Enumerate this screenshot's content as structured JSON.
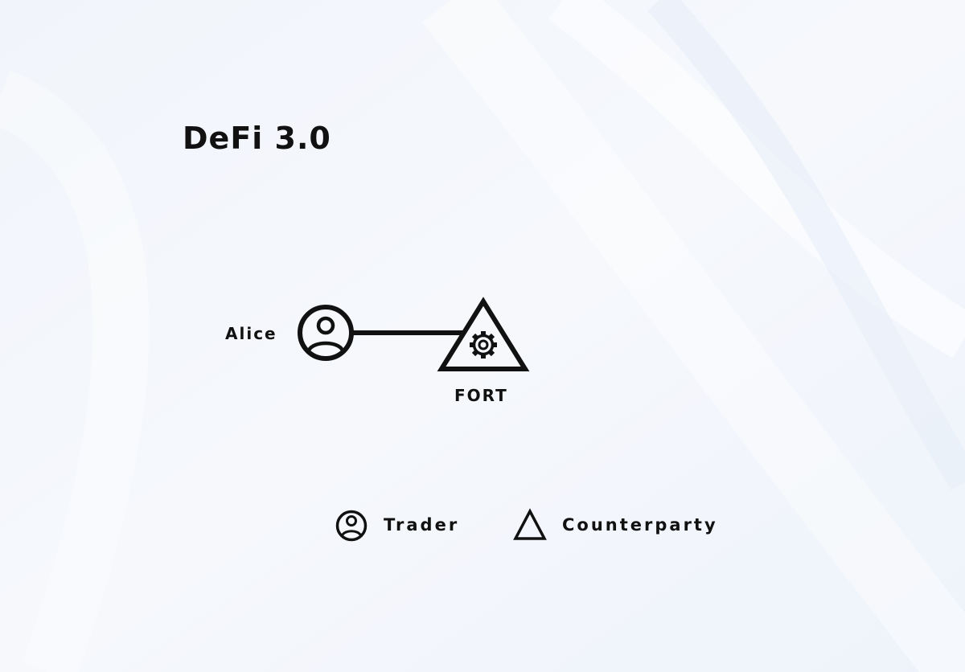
{
  "title": "DeFi 3.0",
  "nodes": {
    "alice": {
      "label": "Alice",
      "icon": "person-circle-icon"
    },
    "fort": {
      "label": "FORT",
      "icon": "gear-triangle-icon"
    }
  },
  "edges": [
    {
      "from": "Alice",
      "to": "FORT"
    }
  ],
  "legend": {
    "trader": {
      "label": "Trader",
      "icon": "person-circle-icon"
    },
    "counterparty": {
      "label": "Counterparty",
      "icon": "triangle-icon"
    }
  },
  "colors": {
    "ink": "#111111",
    "background": "#f3f6fb"
  }
}
